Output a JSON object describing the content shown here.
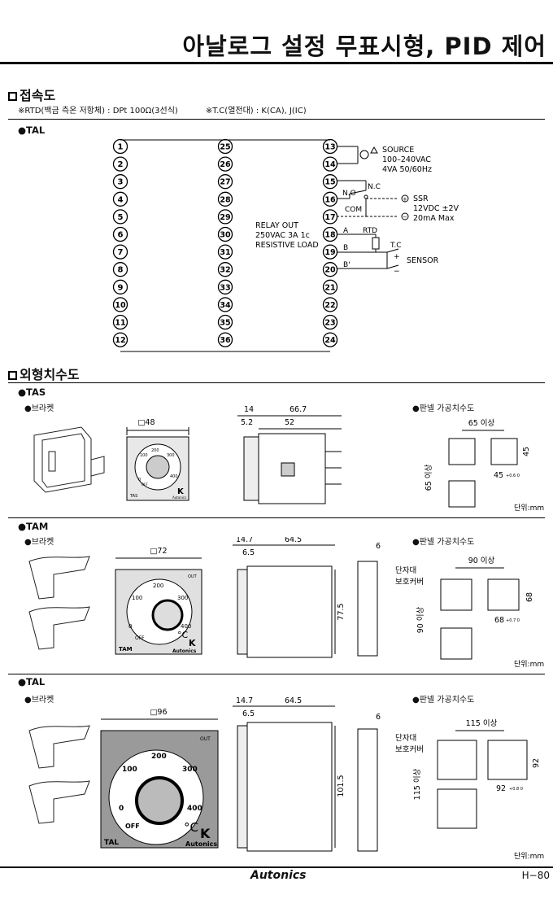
{
  "header": {
    "title": "아날로그 설정 무표시형, PID 제어"
  },
  "wiring": {
    "section_title": "접속도",
    "note_rtd": "※RTD(백금 측온 저항체) : DPt 100Ω(3선식)",
    "note_tc": "※T.C(열전대) : K(CA), J(IC)",
    "model_label": "●TAL",
    "terminals_left": [
      "1",
      "2",
      "3",
      "4",
      "5",
      "6",
      "7",
      "8",
      "9",
      "10",
      "11",
      "12"
    ],
    "terminals_mid": [
      "25",
      "26",
      "27",
      "28",
      "29",
      "30",
      "31",
      "32",
      "33",
      "34",
      "35",
      "36"
    ],
    "terminals_right": [
      "13",
      "14",
      "15",
      "16",
      "17",
      "18",
      "19",
      "20",
      "21",
      "22",
      "23",
      "24"
    ],
    "source_label": "SOURCE",
    "source_voltage": "100–240VAC",
    "source_power": "4VA 50/60Hz",
    "nc_label": "N.C",
    "no_label": "N.O",
    "com_label": "COM",
    "ssr_label": "SSR",
    "ssr_voltage": "12VDC ±2V",
    "ssr_current": "20mA Max",
    "relay_line1": "RELAY OUT",
    "relay_line2": "250VAC 3A 1c",
    "relay_line3": "RESISTIVE LOAD",
    "rtd_a": "A",
    "rtd_label": "RTD",
    "rtd_b": "B",
    "rtd_b2": "B'",
    "tc_label": "T.C",
    "sensor_label": "SENSOR",
    "plus": "+",
    "minus": "−"
  },
  "dimensions": {
    "section_title": "외형치수도",
    "tas": {
      "model": "●TAS",
      "bracket": "●브라켓",
      "front_width": "□48",
      "dim_14": "14",
      "dim_66_7": "66.7",
      "dim_5_2": "5.2",
      "dim_52": "52",
      "panel_title": "●판넬 가공치수도",
      "panel_h": "65 이상",
      "panel_v": "65 이상",
      "cut_w": "45",
      "cut_h": "45",
      "tol": "+0.6 0",
      "unit": "단위:mm",
      "dial_values": [
        "100",
        "200",
        "300",
        "400",
        "0"
      ],
      "dial_off": "OFF",
      "model_face": "TAS",
      "type_face": "K",
      "brand_face": "Autonics"
    },
    "tam": {
      "model": "●TAM",
      "bracket": "●브라켓",
      "front_width": "□72",
      "dim_14_7": "14.7",
      "dim_64_5": "64.5",
      "dim_6_5": "6.5",
      "dim_77_5": "77.5",
      "dim_6": "6",
      "terminal_cover_1": "단자대",
      "terminal_cover_2": "보호커버",
      "panel_title": "●판넬 가공치수도",
      "panel_h": "90 이상",
      "panel_v": "90 이상",
      "cut_w": "68",
      "cut_h": "68",
      "tol": "+0.7 0",
      "unit": "단위:mm",
      "dial_values": [
        "100",
        "200",
        "300",
        "400",
        "0"
      ],
      "dial_off": "OFF",
      "out": "OUT",
      "unit_face": "°C",
      "model_face": "TAM",
      "type_face": "K",
      "brand_face": "Autonics"
    },
    "tal": {
      "model": "●TAL",
      "bracket": "●브라켓",
      "front_width": "□96",
      "dim_14_7": "14.7",
      "dim_64_5": "64.5",
      "dim_6_5": "6.5",
      "dim_101_5": "101.5",
      "dim_6": "6",
      "terminal_cover_1": "단자대",
      "terminal_cover_2": "보호커버",
      "panel_title": "●판넬 가공치수도",
      "panel_h": "115 이상",
      "panel_v": "115 이상",
      "cut_w": "92",
      "cut_h": "92",
      "tol": "+0.8 0",
      "unit": "단위:mm",
      "dial_values": [
        "100",
        "200",
        "300",
        "400",
        "0"
      ],
      "dial_off": "OFF",
      "out": "OUT",
      "unit_face": "°C",
      "model_face": "TAL",
      "type_face": "K",
      "brand_face": "Autonics"
    }
  },
  "footer": {
    "brand": "Autonics",
    "page": "H−80"
  }
}
